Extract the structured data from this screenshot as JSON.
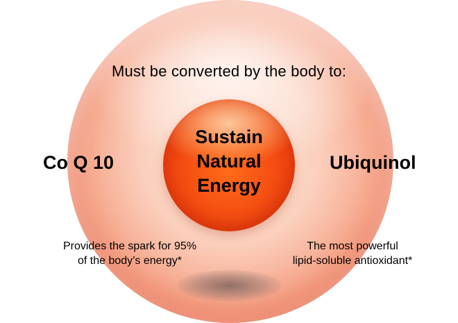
{
  "diagram": {
    "title": "Must be converted by the body to:",
    "left_label": "Co Q 10",
    "right_label": "Ubiquinol",
    "core_lines": [
      "Sustain",
      "Natural",
      "Energy"
    ],
    "left_caption_lines": [
      "Provides the spark for 95%",
      "of the body’s energy*"
    ],
    "right_caption_lines": [
      "The most powerful",
      "lipid-soluble antioxidant*"
    ]
  },
  "colors": {
    "outer_sphere": "#f6a88d",
    "core_sphere": "#f44f12",
    "text": "#000000"
  }
}
